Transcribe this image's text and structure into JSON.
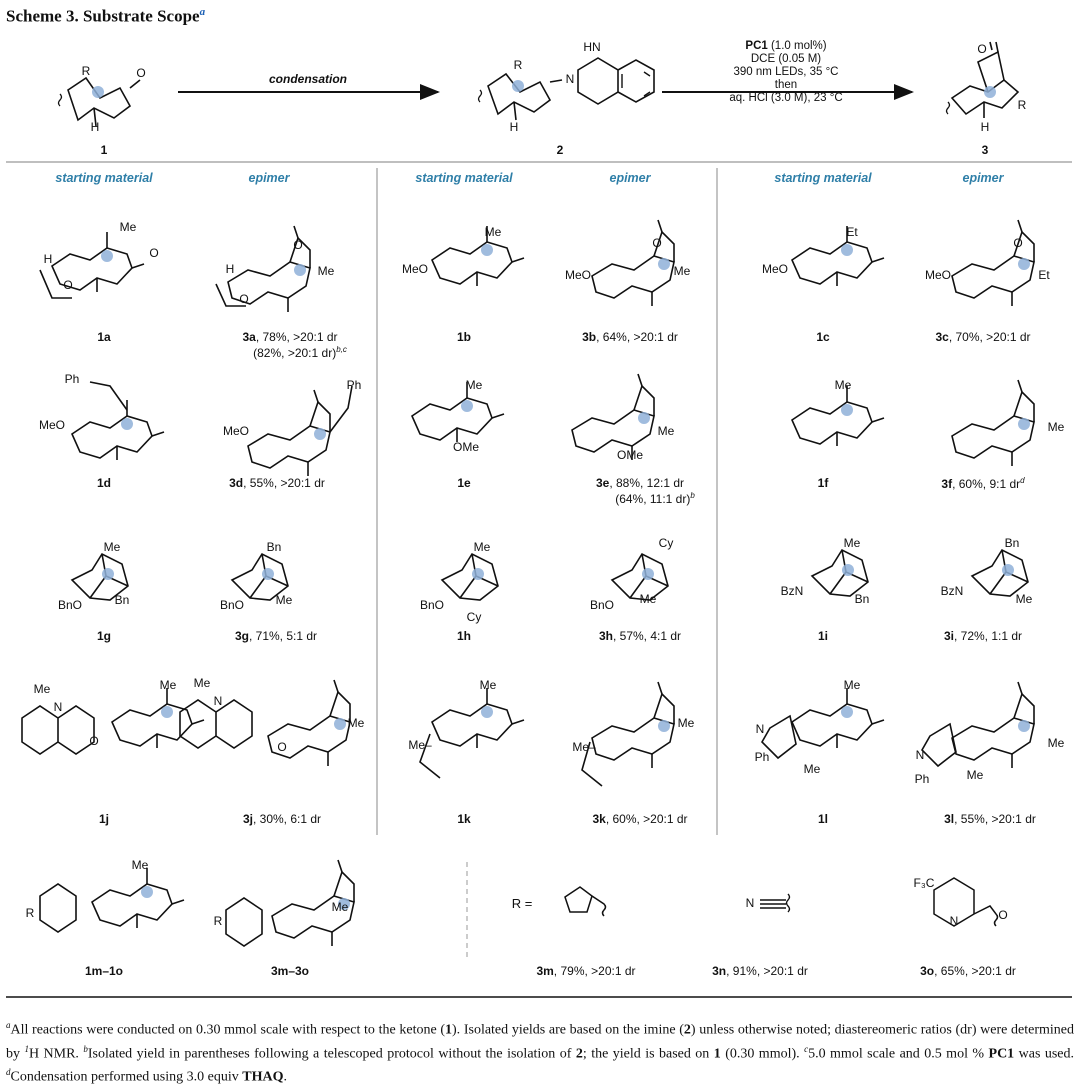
{
  "scheme": {
    "title": "Scheme 3. Substrate Scope",
    "title_mark": "a",
    "condensation_label": "condensation",
    "conditions": {
      "line1_bold": "PC1",
      "line1_rest": " (1.0 mol%)",
      "line2": "DCE (0.05 M)",
      "line3": "390 nm LEDs, 35 °C",
      "line4": "then",
      "line5": "aq. HCl (3.0 M), 23 °C"
    },
    "compound_numbers": {
      "c1": "1",
      "c2": "2",
      "c3": "3"
    }
  },
  "column_headers": [
    "starting material",
    "epimer",
    "starting material",
    "epimer",
    "starting material",
    "epimer"
  ],
  "entries": {
    "r1": [
      {
        "id": "1a",
        "yield": ""
      },
      {
        "id": "3a",
        "yield": ", 78%, >20:1 dr",
        "extra": "(82%, >20:1 dr)",
        "extra_mark": "b,c"
      },
      {
        "id": "1b",
        "yield": ""
      },
      {
        "id": "3b",
        "yield": ", 64%, >20:1 dr"
      },
      {
        "id": "1c",
        "yield": ""
      },
      {
        "id": "3c",
        "yield": ", 70%, >20:1 dr"
      }
    ],
    "r2": [
      {
        "id": "1d",
        "yield": ""
      },
      {
        "id": "3d",
        "yield": ", 55%, >20:1 dr"
      },
      {
        "id": "1e",
        "yield": ""
      },
      {
        "id": "3e",
        "yield": ", 88%, 12:1 dr",
        "extra": "(64%, 11:1 dr)",
        "extra_mark": "b"
      },
      {
        "id": "1f",
        "yield": ""
      },
      {
        "id": "3f",
        "yield": ", 60%, 9:1 dr",
        "mark": "d"
      }
    ],
    "r3": [
      {
        "id": "1g",
        "yield": ""
      },
      {
        "id": "3g",
        "yield": ", 71%, 5:1 dr"
      },
      {
        "id": "1h",
        "yield": ""
      },
      {
        "id": "3h",
        "yield": ", 57%, 4:1 dr"
      },
      {
        "id": "1i",
        "yield": ""
      },
      {
        "id": "3i",
        "yield": ", 72%, 1:1 dr"
      }
    ],
    "r4": [
      {
        "id": "1j",
        "yield": ""
      },
      {
        "id": "3j",
        "yield": ", 30%, 6:1 dr"
      },
      {
        "id": "1k",
        "yield": ""
      },
      {
        "id": "3k",
        "yield": ", 60%, >20:1 dr"
      },
      {
        "id": "1l",
        "yield": ""
      },
      {
        "id": "3l",
        "yield": ", 55%, >20:1 dr"
      }
    ],
    "r5": [
      {
        "id": "1m–1o",
        "yield": ""
      },
      {
        "id": "3m–3o",
        "yield": ""
      },
      {
        "id": "3m",
        "yield": ", 79%, >20:1 dr"
      },
      {
        "id": "3n",
        "yield": ", 91%, >20:1 dr"
      },
      {
        "id": "3o",
        "yield": ", 65%, >20:1 dr"
      }
    ]
  },
  "r_equals": "R =",
  "atom_labels": {
    "R": "R",
    "O": "O",
    "N": "N",
    "H": "H",
    "HN": "HN",
    "Me": "Me",
    "Et": "Et",
    "Ph": "Ph",
    "MeO": "MeO",
    "OMe": "OMe",
    "BnO": "BnO",
    "Bn": "Bn",
    "Cy": "Cy",
    "BzN": "BzN",
    "F3C": "F₃C",
    "N2": "N–",
    "Mea": "Me–"
  },
  "footnotes": {
    "a_mark": "a",
    "a_text_1": "All reactions were conducted on 0.30 mmol scale with respect to the ketone (",
    "a_bold_1": "1",
    "a_text_2": "). Isolated yields are based on the imine (",
    "a_bold_2": "2",
    "a_text_3": ") unless otherwise noted; diastereomeric ratios (dr) were determined by ",
    "a_h_sup": "1",
    "a_text_4": "H NMR. ",
    "b_mark": "b",
    "b_text_1": "Isolated yield in parentheses following a telescoped protocol without the isolation of ",
    "b_bold_1": "2",
    "b_text_2": "; the yield is based on ",
    "b_bold_2": "1",
    "b_text_3": " (0.30 mmol). ",
    "c_mark": "c",
    "c_text_1": "5.0 mmol scale and 0.5 mol % ",
    "c_bold_1": "PC1",
    "c_text_2": " was used. ",
    "d_mark": "d",
    "d_text_1": "Condensation performed using 3.0 equiv ",
    "d_bold_1": "THAQ",
    "d_text_2": "."
  },
  "colors": {
    "accent_dot": "#8fb0d8",
    "header_blue": "#2f7fa8",
    "title_mark": "#1a5fb4"
  }
}
